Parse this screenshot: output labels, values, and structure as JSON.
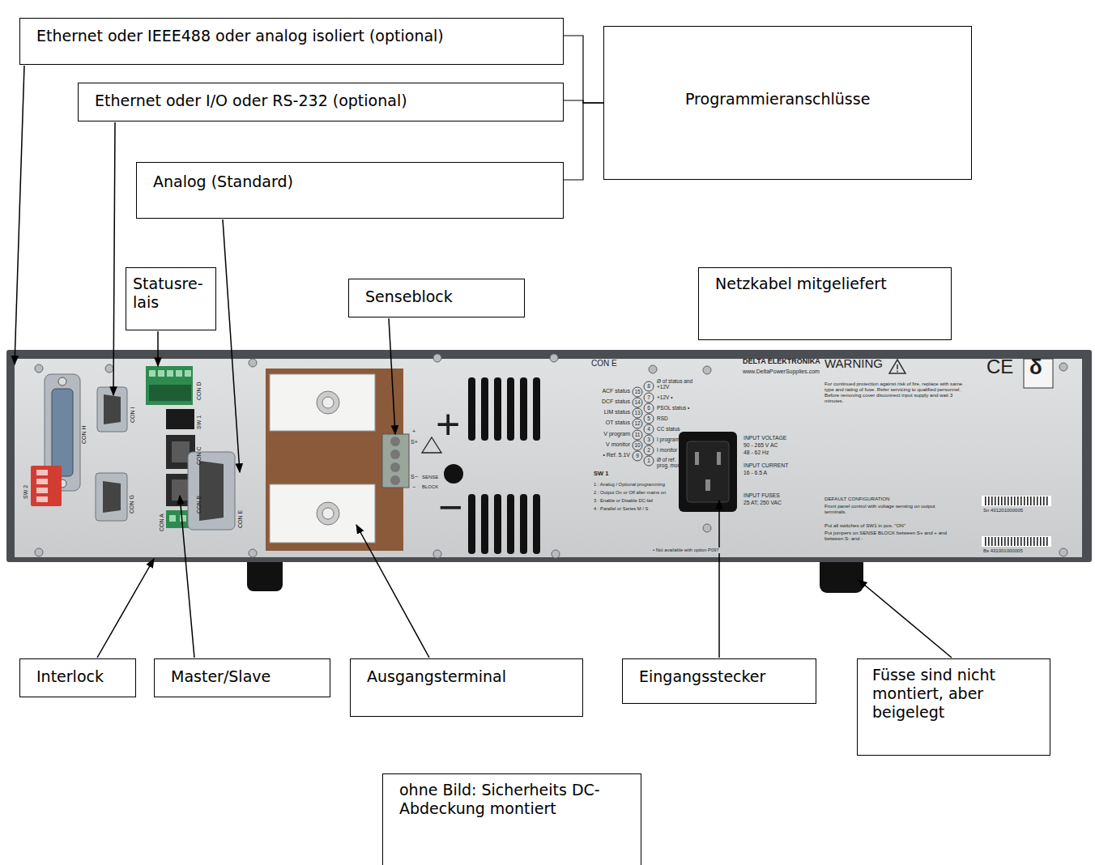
{
  "diagram": {
    "nodes": [
      {
        "text": [
          "Ethernet oder IEEE488 oder analog isoliert (optional)"
        ]
      },
      {
        "text": [
          "Ethernet oder I/O oder RS-232 (optional)"
        ]
      },
      {
        "text": [
          "Programmieranschlüsse"
        ]
      },
      {
        "text": [
          "Analog (Standard)"
        ]
      },
      {
        "text": [
          "Statusre- lais"
        ]
      },
      {
        "text": [
          "Senseblock"
        ]
      },
      {
        "text": [
          "Netzkabel mitgeliefert"
        ]
      },
      {
        "text": [
          "Interlock"
        ]
      },
      {
        "text": [
          "Master/Slave"
        ]
      },
      {
        "text": [
          "Ausgangsterminal"
        ]
      },
      {
        "text": [
          "Eingangsstecker"
        ]
      },
      {
        "text": [
          "Füsse sind nicht montiert, aber beigelegt"
        ]
      },
      {
        "text": [
          "ohne Bild: Sicherheits DC-Abdeckung montiert"
        ]
      }
    ],
    "edges": [
      {
        "from": 0,
        "to": 2,
        "arrow": "none"
      },
      {
        "from": 1,
        "to": 2,
        "arrow": "none"
      },
      {
        "from": 3,
        "to": 2,
        "arrow": "none"
      }
    ],
    "labels": [
      "CON H",
      "CON I",
      "CON G",
      "CON D",
      "SW 1",
      "CON C",
      "CON B",
      "CON A",
      "SW 2",
      "CON E",
      "+",
      "S+",
      "S−",
      "−",
      "SENSE",
      "BLOCK",
      "+",
      "−",
      "CON E",
      "ACF status",
      "DCF status",
      "LIM status",
      "OT status",
      "V program",
      "V monitor",
      "• Ref. 5.1V",
      "15",
      "14",
      "13",
      "12",
      "11",
      "10",
      "9",
      "8",
      "7",
      "6",
      "5",
      "4",
      "3",
      "2",
      "1",
      "Ø of status and +12V",
      "+12V •",
      "PSOL status •",
      "RSD",
      "CC status",
      "I program",
      "I monitor",
      "Ø of ref. prog. mon.",
      "SW 1",
      "1 : Analog / Optional programming",
      "2 : Output On or Off after mains on",
      "3 : Enable or Disable DC-fail",
      "4 : Parallel or Series M / S",
      "• Not available with option P097",
      "DELTA ELEKTRONIKA",
      "www.DeltaPowerSupplies.com",
      "INPUT VOLTAGE",
      "90 - 265 V AC",
      "48 - 62 Hz",
      "INPUT CURRENT",
      "16 - 6.5 A",
      "INPUT FUSES",
      "25 AT; 250 VAC",
      "WARNING",
      "For continued protection against risk of fire, replace with same type and rating of fuse. Refer servicing to qualified personnel. Before removing cover disconnect input supply and wait 3 minutes.",
      "DEFAULT CONFIGURATION",
      "Front panel control with voltage sensing on output terminals.",
      "Put all switches of SW1 in pos. \"ON\"",
      "Put jumpers on SENSE BLOCK between S+ and + and between S- and -",
      "CE",
      "δ",
      "Sn 431201000005",
      "Bs 431001000005"
    ]
  }
}
